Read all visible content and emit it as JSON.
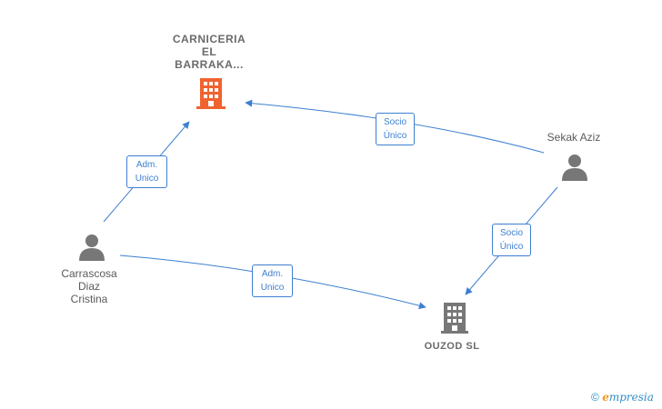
{
  "nodes": {
    "carniceria": {
      "label": "CARNICERIA\nEL\nBARRAKA...",
      "type": "company",
      "color": "#f06330"
    },
    "sekak": {
      "label": "Sekak Aziz",
      "type": "person",
      "color": "#777777"
    },
    "carrascosa": {
      "label": "Carrascosa\nDiaz\nCristina",
      "type": "person",
      "color": "#777777"
    },
    "ouzod": {
      "label": "OUZOD  SL",
      "type": "company",
      "color": "#777777"
    }
  },
  "edges": [
    {
      "from": "sekak",
      "to": "carniceria",
      "label": "Socio\nÚnico"
    },
    {
      "from": "carrascosa",
      "to": "carniceria",
      "label": "Adm.\nUnico"
    },
    {
      "from": "carrascosa",
      "to": "ouzod",
      "label": "Adm.\nUnico"
    },
    {
      "from": "sekak",
      "to": "ouzod",
      "label": "Socio\nÚnico"
    }
  ],
  "edge_color": "#3d7fd0",
  "footer": {
    "copyright": "©",
    "brand_first": "e",
    "brand_rest": "mpresia"
  }
}
